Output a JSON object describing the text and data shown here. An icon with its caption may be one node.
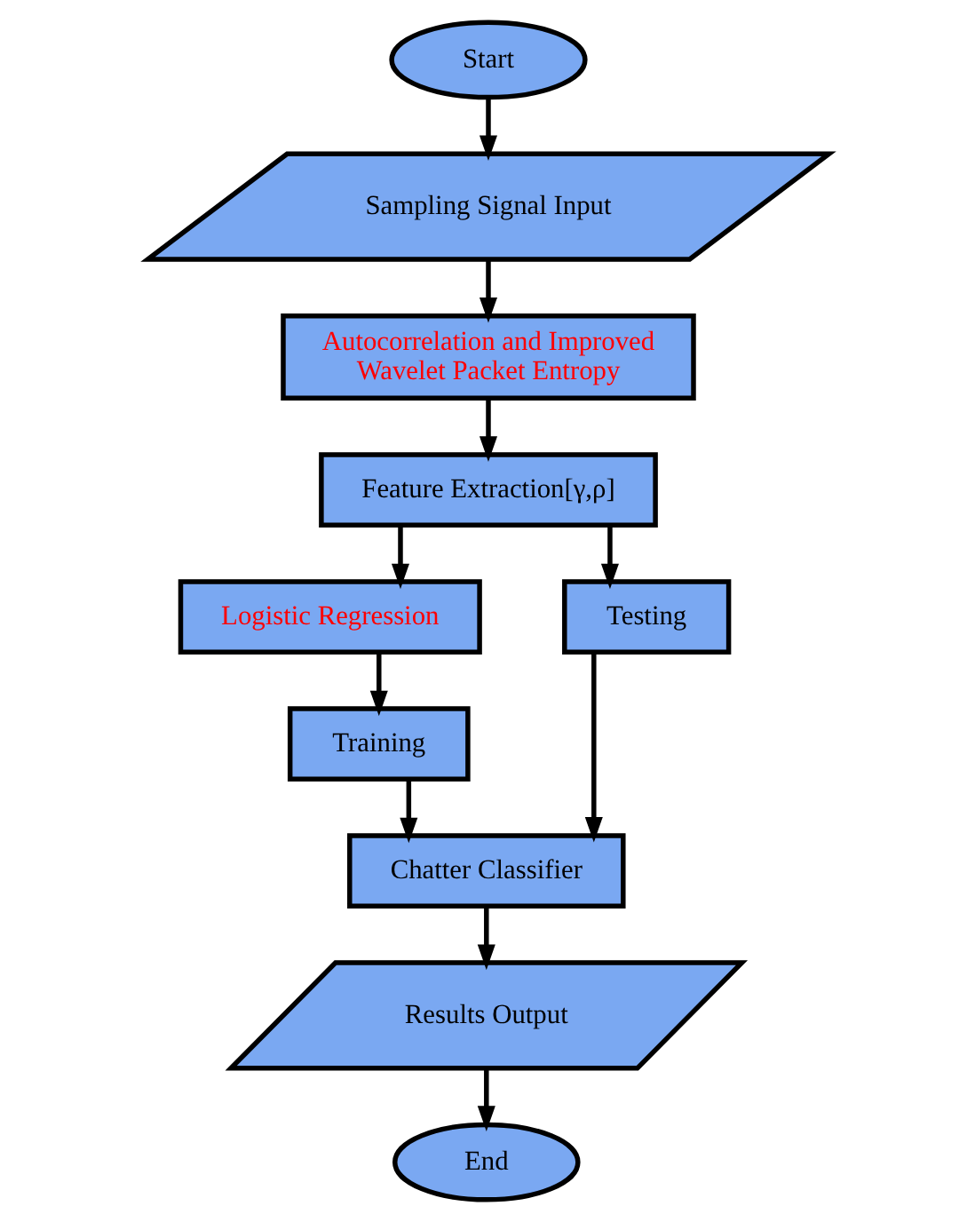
{
  "diagram": {
    "nodes": [
      {
        "text": [
          "Start"
        ]
      },
      {
        "text": [
          "Sampling Signal Input"
        ]
      },
      {
        "text": [
          "Autocorrelation and Improved Wavelet Packet Entropy"
        ]
      },
      {
        "text": [
          "Feature Extraction[γ,ρ]"
        ]
      },
      {
        "text": [
          "Logistic Regression"
        ]
      },
      {
        "text": [
          "Testing"
        ]
      },
      {
        "text": [
          "Training"
        ]
      },
      {
        "text": [
          "Chatter Classifier"
        ]
      },
      {
        "text": [
          "Results Output"
        ]
      },
      {
        "text": [
          "End"
        ]
      }
    ],
    "edges": [
      {
        "from": 0,
        "to": 1,
        "arrow": "to"
      },
      {
        "from": 1,
        "to": 2,
        "arrow": "to"
      },
      {
        "from": 2,
        "to": 3,
        "arrow": "to"
      },
      {
        "from": 3,
        "to": 4,
        "arrow": "to"
      },
      {
        "from": 3,
        "to": 5,
        "arrow": "to"
      },
      {
        "from": 4,
        "to": 6,
        "arrow": "to"
      },
      {
        "from": 6,
        "to": 7,
        "arrow": "to"
      },
      {
        "from": 5,
        "to": 7,
        "arrow": "to"
      },
      {
        "from": 7,
        "to": 8,
        "arrow": "to"
      },
      {
        "from": 8,
        "to": 9,
        "arrow": "to"
      }
    ]
  }
}
